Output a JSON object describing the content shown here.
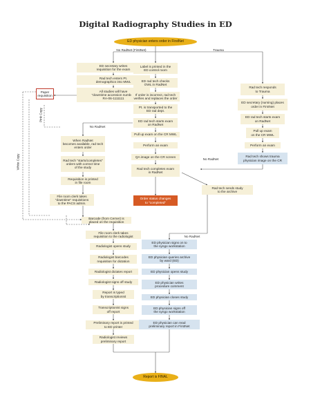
{
  "title": "Digital Radiography Studies in ED",
  "start": "ED physician enters order in FirstNet",
  "end": "Report is FINAL",
  "labels": {
    "no_radnet_firstnet": "No RadNet (FirstNet)",
    "trauma": "Trauma",
    "no_radnet_1": "No RadNet",
    "no_radnet_2": "No RadNet",
    "no_radnet_3": "No RadNet",
    "pink_copy": "Pink Copy",
    "white_copy": "White Copy"
  },
  "left_column": {
    "secretary_writes": "ED secretary writes\nrequisition for the exam",
    "rad_tech_enters": "Rad tech enters Pt.\ndemographics into MWL",
    "downtime_number": "All studies will have\n\"downtime accession number\"\nRA-06-1111111",
    "paper_requisition": "Paper\nrequisition",
    "radnet_available": "When RadNet\nbecomes available, rad tech\nenters order",
    "starts_completes": "Rad tech \"starts/completes\"\norders with correct time\nof the study",
    "req_printed": "Requisition is printed\nin file room",
    "file_clerk_downtime": "File room clerk takes\n\"downtime\" requisitions\nto the PACS admin.",
    "barcode_placed": "Barcode (from Cerner) is\nplaced on the requisition"
  },
  "center_column": {
    "label_printed": "Label is printed in the\nED control room",
    "checks_owl": "ED rad tech checks\nOWL in RadNet",
    "order_incorrect": "If order is incorrect, rad tech\nverifies and replaces the order",
    "pt_transported": "Pt. is transported to the\nED rad dept.",
    "starts_exam": "ED rad tech starts exam\non RadNet",
    "pull_up_mwl": "Pull up exam on the CR MWL",
    "perform_exam": "Perform an exam",
    "qa_image": "QA image on the CR screen",
    "completes_exam": "Rad tech completes exam\nin RadNet",
    "status_changes": "Order status changes\nto \"completed\""
  },
  "right_column": {
    "responds_trauma": "Rad tech responds\nto Trauma",
    "secretary_places": "ED secretary (nursing) places\norder in FirstNet",
    "starts_exam_radnet": "ED rad tech starts exam\non RadNet",
    "pull_up_cr": "Pull up exam\non the CR MWL",
    "perform_exam": "Perform an exam",
    "shows_trauma": "Rad tech shows trauma\nphysician image on the CR",
    "sends_archive": "Rad tech sends study\nto the archive"
  },
  "radiologist_column": {
    "clerk_takes": "File room clerk takes\nrequisition to the radiologist",
    "opens_study": "Radiologist opens study",
    "barcodes_req": "Radiologist barcodes\nrequisition for dictation",
    "dictates": "Radiologist dictates report",
    "signs_off": "Radiologist signs off study",
    "typed": "Report is typed\nby transcriptionist",
    "transcriptionist_signs": "Transcriptionist signs\noff report",
    "prelim_printed": "Preliminary report is printed\nto ED printer",
    "reviews_prelim": "Radiologist reviews\npreliminary report"
  },
  "ed_physician_column": {
    "signs_on": "ED physician signs on to\nthe syngo workstation",
    "queries_archive": "ED physician queries archive\nby ward (ED)",
    "opens_study": "ED physician opens study",
    "writes_comment": "ED physician writes\nprocedure comment",
    "closes_study": "ED physician closes study",
    "signs_off": "ED physician signs off\nthe syngo workstation",
    "reads_prelim": "ED physician can read\npreliminary report in FirstNet"
  },
  "colors": {
    "beige": "#f6f0d8",
    "blue": "#d6e3ef",
    "orange": "#d65a24",
    "oval": "#e9b019",
    "line": "#555555",
    "paper_border": "#c0392b"
  }
}
